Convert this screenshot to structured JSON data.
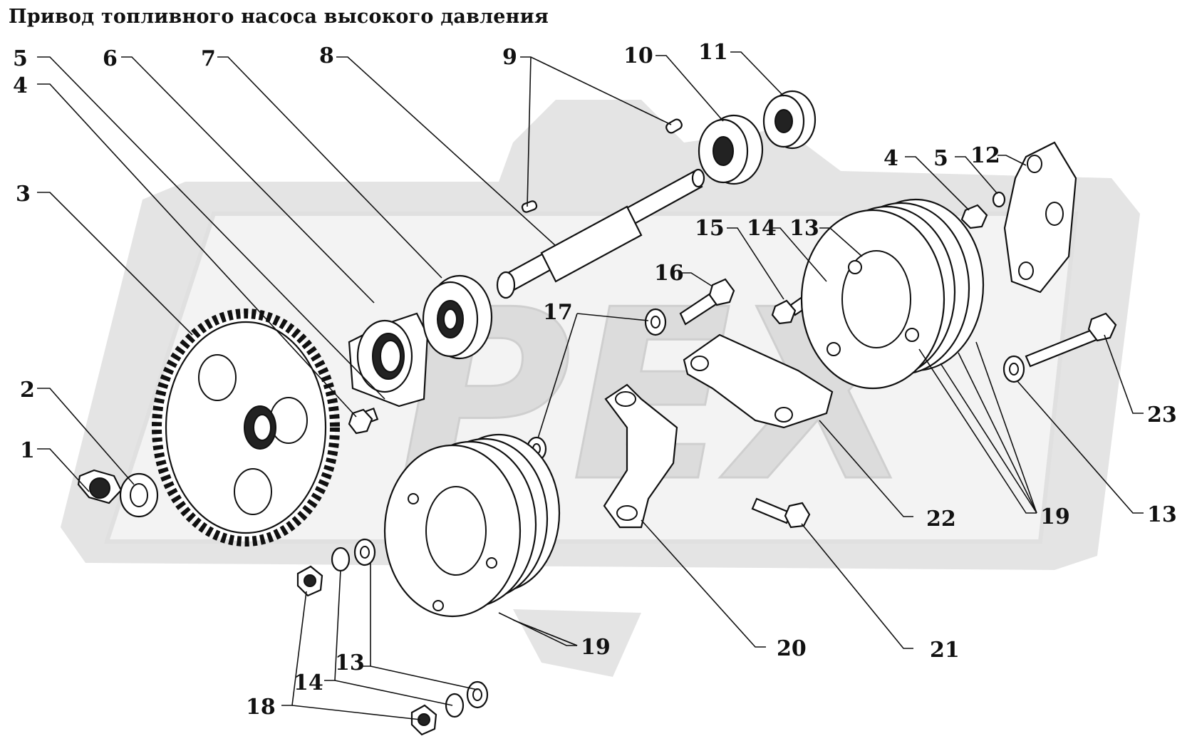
{
  "title": "Привод топливного насоса высокого давления",
  "watermark": {
    "text": "PEX",
    "color": "#d9d9d9"
  },
  "callouts": [
    {
      "id": "c1",
      "label": "1"
    },
    {
      "id": "c2",
      "label": "2"
    },
    {
      "id": "c3",
      "label": "3"
    },
    {
      "id": "c4a",
      "label": "4"
    },
    {
      "id": "c5a",
      "label": "5"
    },
    {
      "id": "c6",
      "label": "6"
    },
    {
      "id": "c7",
      "label": "7"
    },
    {
      "id": "c8",
      "label": "8"
    },
    {
      "id": "c9",
      "label": "9"
    },
    {
      "id": "c10",
      "label": "10"
    },
    {
      "id": "c11",
      "label": "11"
    },
    {
      "id": "c4b",
      "label": "4"
    },
    {
      "id": "c5b",
      "label": "5"
    },
    {
      "id": "c12",
      "label": "12"
    },
    {
      "id": "c15",
      "label": "15"
    },
    {
      "id": "c14a",
      "label": "14"
    },
    {
      "id": "c13a",
      "label": "13"
    },
    {
      "id": "c16",
      "label": "16"
    },
    {
      "id": "c17",
      "label": "17"
    },
    {
      "id": "c23",
      "label": "23"
    },
    {
      "id": "c13b",
      "label": "13"
    },
    {
      "id": "c19a",
      "label": "19"
    },
    {
      "id": "c22",
      "label": "22"
    },
    {
      "id": "c20",
      "label": "20"
    },
    {
      "id": "c21",
      "label": "21"
    },
    {
      "id": "c19b",
      "label": "19"
    },
    {
      "id": "c13c",
      "label": "13"
    },
    {
      "id": "c14b",
      "label": "14"
    },
    {
      "id": "c18",
      "label": "18"
    }
  ]
}
